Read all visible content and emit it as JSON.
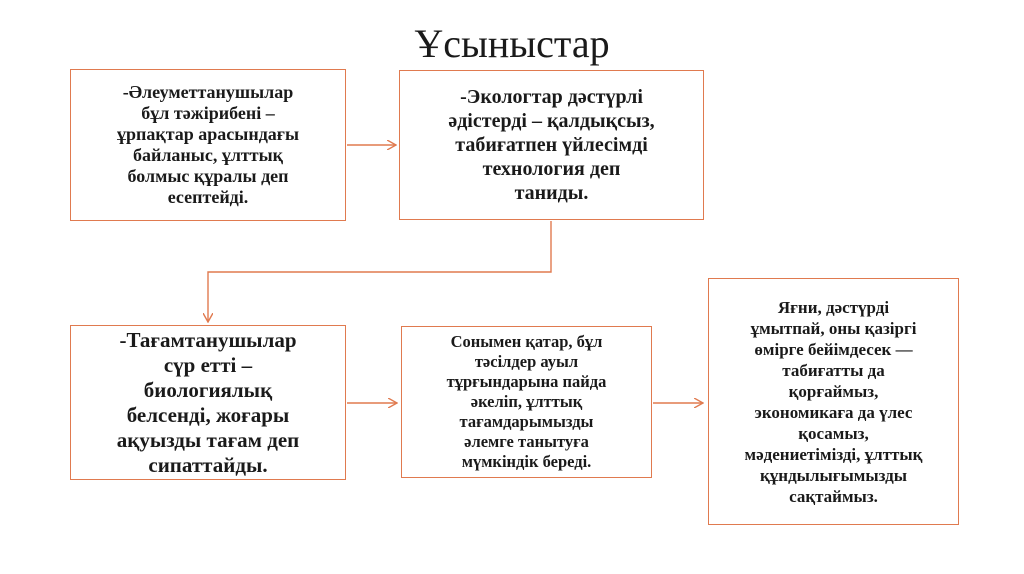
{
  "title": "Ұсыныстар",
  "boxes": {
    "sociologists": "-Әлеуметтанушылар\nбұл тәжірибені –\nұрпақтар арасындағы\nбайланыс, ұлттық\nболмыс құралы деп\nесептейді.",
    "ecologists": "-Экологтар дәстүрлі\nәдістерді – қалдықсыз,\nтабиғатпен үйлесімді\nтехнология деп\nтаниды.",
    "nutritionists": "-Тағамтанушылар\nсүр етті –\nбиологиялық\nбелсенді, жоғары\nақуызды тағам деп\nсипаттайды.",
    "benefits": "Сонымен қатар, бұл\nтәсілдер ауыл\nтұрғындарына пайда\nәкеліп, ұлттық\nтағамдарымызды\nәлемге танытуға\nмүмкіндік береді.",
    "conclusion": "Яғни, дәстүрді\nұмытпай, оны қазіргі\nөмірге бейімдесек —\nтабиғатты да\nқорғаймыз,\nэкономикаға да үлес\nқосамыз,\nмәдениетімізді, ұлттық\nқұндылығымызды\nсақтаймыз."
  },
  "colors": {
    "border": "#e07a4f",
    "arrow": "#e07a4f",
    "text": "#1a1a1a"
  }
}
